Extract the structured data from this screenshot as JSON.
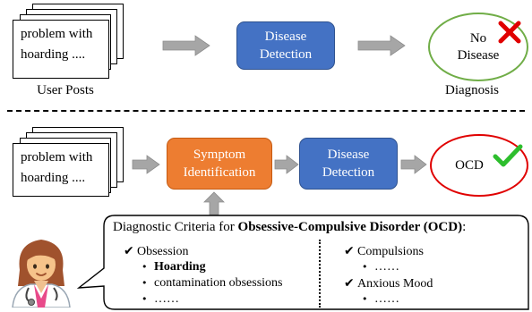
{
  "top": {
    "post_text": [
      "problem with",
      "hoarding ...."
    ],
    "posts_label": "User Posts",
    "detection_box": [
      "Disease",
      "Detection"
    ],
    "result": [
      "No",
      "Disease"
    ],
    "diagnosis_label": "Diagnosis"
  },
  "bottom": {
    "post_text": [
      "problem with",
      "hoarding ...."
    ],
    "symptom_box": [
      "Symptom",
      "Identification"
    ],
    "detection_box": [
      "Disease",
      "Detection"
    ],
    "result": "OCD"
  },
  "criteria": {
    "title_prefix": "Diagnostic Criteria for ",
    "title_bold": "Obsessive-Compulsive Disorder (OCD)",
    "title_suffix": ":",
    "left": {
      "heading": "Obsession",
      "items": [
        "Hoarding",
        "contamination obsessions",
        "……"
      ]
    },
    "right": [
      {
        "heading": "Compulsions",
        "items": [
          "……"
        ]
      },
      {
        "heading": "Anxious Mood",
        "items": [
          "……"
        ]
      }
    ]
  },
  "colors": {
    "blue_box": "#4472C4",
    "orange_box": "#ED7D31",
    "arrow": "#A6A6A6",
    "ellipse_green": "#70AD47",
    "ellipse_red": "#E00000",
    "cross": "#E00000",
    "check": "#2DBE2D"
  },
  "icons": {
    "cross": "red-cross-icon",
    "check": "green-check-icon",
    "doctor": "female-doctor-icon"
  }
}
